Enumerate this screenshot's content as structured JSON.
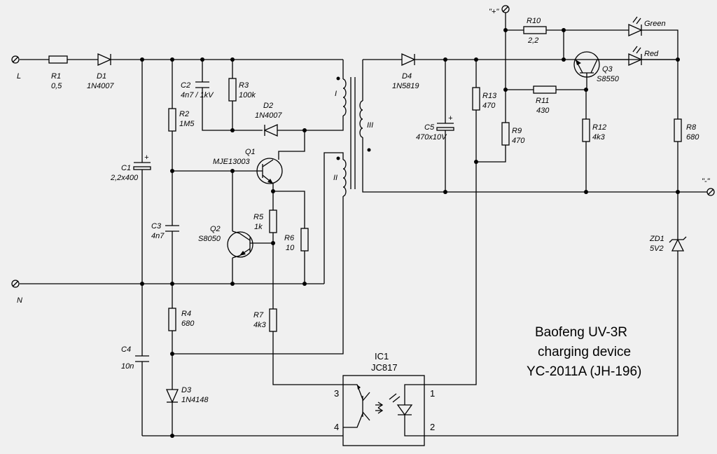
{
  "title": {
    "line1": "Baofeng UV-3R",
    "line2": "charging device",
    "line3": "YC-2011A (JH-196)"
  },
  "terminals": {
    "L": "L",
    "N": "N",
    "plus": "\"+\"",
    "minus": "\"-\""
  },
  "components": {
    "R1": {
      "ref": "R1",
      "val": "0,5"
    },
    "D1": {
      "ref": "D1",
      "val": "1N4007"
    },
    "C1": {
      "ref": "C1",
      "val": "2,2x400"
    },
    "C2": {
      "ref": "C2",
      "val": "4n7 / 1kV"
    },
    "R3": {
      "ref": "R3",
      "val": "100k"
    },
    "R2": {
      "ref": "R2",
      "val": "1M5"
    },
    "D2": {
      "ref": "D2",
      "val": "1N4007"
    },
    "Q1": {
      "ref": "Q1",
      "val": "MJE13003"
    },
    "C3": {
      "ref": "C3",
      "val": "4n7"
    },
    "Q2": {
      "ref": "Q2",
      "val": "S8050"
    },
    "R5": {
      "ref": "R5",
      "val": "1k"
    },
    "R6": {
      "ref": "R6",
      "val": "10"
    },
    "R4": {
      "ref": "R4",
      "val": "680"
    },
    "R7": {
      "ref": "R7",
      "val": "4k3"
    },
    "C4": {
      "ref": "C4",
      "val": "10n"
    },
    "D3": {
      "ref": "D3",
      "val": "1N4148"
    },
    "IC1": {
      "ref": "IC1",
      "val": "JC817"
    },
    "D4": {
      "ref": "D4",
      "val": "1N5819"
    },
    "C5": {
      "ref": "C5",
      "val": "470x10V"
    },
    "R13": {
      "ref": "R13",
      "val": "470"
    },
    "R9": {
      "ref": "R9",
      "val": "470"
    },
    "R10": {
      "ref": "R10",
      "val": "2,2"
    },
    "R11": {
      "ref": "R11",
      "val": "430"
    },
    "R12": {
      "ref": "R12",
      "val": "4k3"
    },
    "Q3": {
      "ref": "Q3",
      "val": "S8550"
    },
    "R8": {
      "ref": "R8",
      "val": "680"
    },
    "ZD1": {
      "ref": "ZD1",
      "val": "5V2"
    }
  },
  "leds": {
    "green": "Green",
    "red": "Red"
  },
  "windings": {
    "w1": "I",
    "w2": "II",
    "w3": "III"
  },
  "ic_pins": {
    "p1": "1",
    "p2": "2",
    "p3": "3",
    "p4": "4"
  },
  "plus_sign": "+"
}
